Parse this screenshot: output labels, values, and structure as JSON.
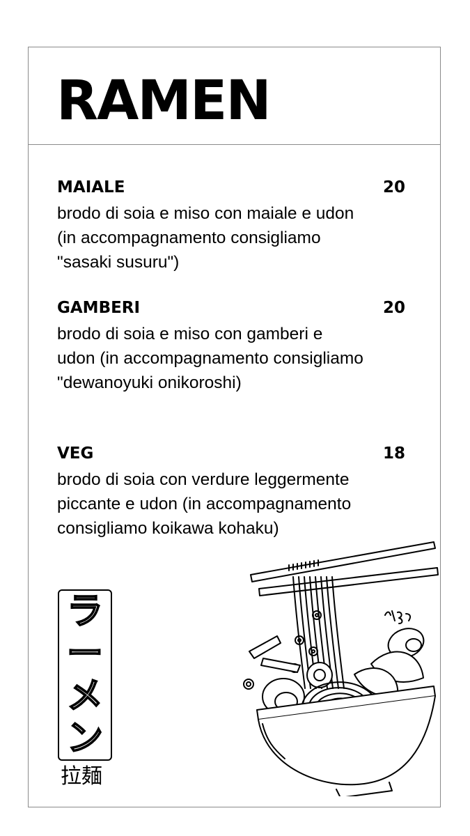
{
  "menu": {
    "title": "RAMEN",
    "items": [
      {
        "name": "MAIALE",
        "price": "20",
        "description": "brodo di soia e miso con maiale e udon (in accompagnamento consigliamo \"sasaki susuru\")"
      },
      {
        "name": "GAMBERI",
        "price": "20",
        "description": "brodo di soia e miso con gamberi e udon (in accompagnamento consigliamo \"dewanoyuki onikoroshi)"
      },
      {
        "name": "VEG",
        "price": "18",
        "description": "brodo di soia con verdure leggermente piccante e udon (in accompagnamento consigliamo koikawa kohaku)"
      }
    ],
    "katakana": [
      "ラ",
      "ー",
      "メ",
      "ン"
    ],
    "kanji": "拉麺"
  },
  "icons": {
    "illustration": "ramen-bowl-chopsticks-illustration"
  },
  "colors": {
    "ink": "#000000",
    "paper": "#ffffff",
    "border": "#8a8a8a"
  }
}
